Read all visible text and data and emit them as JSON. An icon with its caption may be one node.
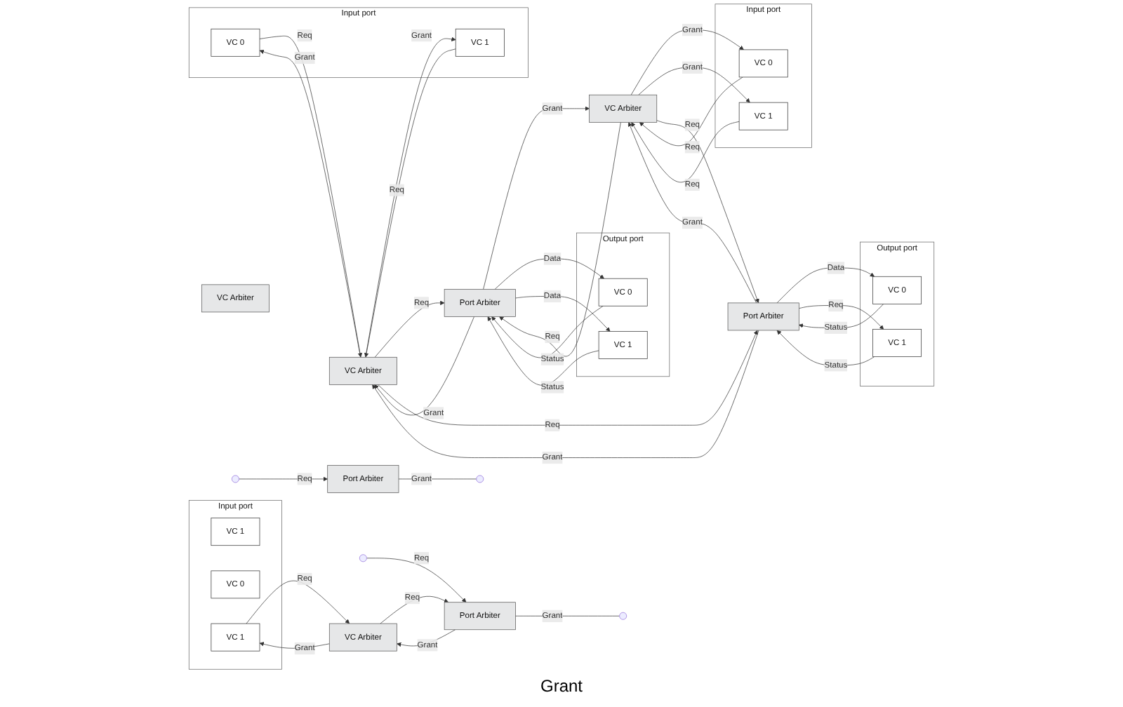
{
  "diagram": {
    "nodes": [
      {
        "text": [
          "Input port"
        ]
      },
      {
        "text": [
          "VC 0"
        ],
        "in": 0
      },
      {
        "text": [
          "VC 1"
        ],
        "in": 0
      },
      {
        "text": [
          "VC Arbiter"
        ]
      },
      {
        "text": [
          "Port Arbiter"
        ]
      },
      {
        "text": [
          "Output port"
        ]
      },
      {
        "text": [
          "VC 0"
        ],
        "in": 5
      },
      {
        "text": [
          "VC 1"
        ],
        "in": 5
      },
      {
        "text": [
          "Input port"
        ]
      },
      {
        "text": [
          "VC 0"
        ],
        "in": 8
      },
      {
        "text": [
          "VC 1"
        ],
        "in": 8
      },
      {
        "text": [
          "VC Arbiter"
        ]
      },
      {
        "text": [
          "Port Arbiter"
        ]
      },
      {
        "text": [
          "Output port"
        ]
      },
      {
        "text": [
          "VC 0"
        ],
        "in": 13
      },
      {
        "text": [
          "VC 1"
        ],
        "in": 13
      },
      {
        "text": [
          "Input port"
        ]
      },
      {
        "text": [
          "VC 1"
        ],
        "in": 16
      },
      {
        "text": [
          "VC 0"
        ],
        "in": 16
      },
      {
        "text": [
          "VC 1"
        ],
        "in": 16
      },
      {
        "text": [
          "VC Arbiter"
        ]
      },
      {
        "text": [
          "Port Arbiter"
        ]
      },
      {
        "text": [
          "VC Arbiter"
        ]
      },
      {
        "text": [
          "Port Arbiter"
        ]
      }
    ],
    "edges": [
      {
        "from": 1,
        "to": 3,
        "arrow": "to",
        "label": "Req"
      },
      {
        "from": 3,
        "to": 1,
        "arrow": "to",
        "label": "Grant"
      },
      {
        "from": 2,
        "to": 3,
        "arrow": "to",
        "label": "Req"
      },
      {
        "from": 3,
        "to": 2,
        "arrow": "to",
        "label": "Grant"
      },
      {
        "from": 3,
        "to": 4,
        "arrow": "to",
        "label": "Req"
      },
      {
        "from": 4,
        "to": 3,
        "arrow": "to",
        "label": "Grant"
      },
      {
        "from": 3,
        "to": 12,
        "arrow": "to",
        "label": "Req"
      },
      {
        "from": 12,
        "to": 3,
        "arrow": "to",
        "label": "Grant"
      },
      {
        "from": 11,
        "to": 4,
        "arrow": "to",
        "label": "Req"
      },
      {
        "from": 4,
        "to": 11,
        "arrow": "to",
        "label": "Grant"
      },
      {
        "from": 4,
        "to": 6,
        "arrow": "to",
        "label": "Data"
      },
      {
        "from": 6,
        "to": 4,
        "arrow": "to",
        "label": "Status"
      },
      {
        "from": 4,
        "to": 7,
        "arrow": "to",
        "label": "Data"
      },
      {
        "from": 7,
        "to": 4,
        "arrow": "to",
        "label": "Status"
      },
      {
        "from": 9,
        "to": 11,
        "arrow": "to",
        "label": "Req"
      },
      {
        "from": 11,
        "to": 9,
        "arrow": "to",
        "label": "Grant"
      },
      {
        "from": 10,
        "to": 11,
        "arrow": "to",
        "label": "Req"
      },
      {
        "from": 11,
        "to": 10,
        "arrow": "to",
        "label": "Grant"
      },
      {
        "from": 11,
        "to": 12,
        "arrow": "to",
        "label": "Req"
      },
      {
        "from": 12,
        "to": 11,
        "arrow": "to",
        "label": "Grant"
      },
      {
        "from": 12,
        "to": 14,
        "arrow": "to",
        "label": "Data"
      },
      {
        "from": 14,
        "to": 12,
        "arrow": "to",
        "label": "Status"
      },
      {
        "from": 12,
        "to": 15,
        "arrow": "to",
        "label": "Req"
      },
      {
        "from": 15,
        "to": 12,
        "arrow": "to",
        "label": "Status"
      },
      {
        "from": 19,
        "to": 22,
        "arrow": "to",
        "label": "Req"
      },
      {
        "from": 22,
        "to": 19,
        "arrow": "to",
        "label": "Grant"
      },
      {
        "from": 22,
        "to": 23,
        "arrow": "to",
        "label": "Req"
      },
      {
        "from": 23,
        "to": 22,
        "arrow": "to",
        "label": "Grant"
      },
      {
        "from": null,
        "to": 21,
        "arrow": "to",
        "label": "Req"
      },
      {
        "from": 21,
        "to": null,
        "arrow": "none",
        "label": "Grant"
      },
      {
        "from": null,
        "to": 23,
        "arrow": "to",
        "label": "Req"
      },
      {
        "from": 23,
        "to": null,
        "arrow": "none",
        "label": "Grant"
      }
    ],
    "labels": [
      "Grant"
    ]
  }
}
